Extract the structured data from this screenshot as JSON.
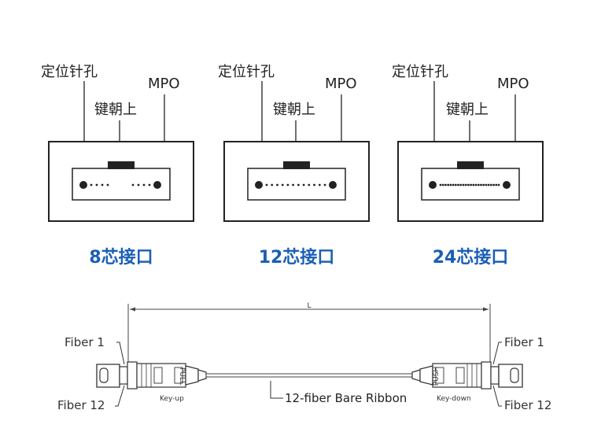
{
  "connectors": [
    {
      "pin_label": "定位针孔",
      "key_label": "键朝上",
      "mpo_label": "MPO",
      "title": "8芯接口",
      "fiber_count": 8
    },
    {
      "pin_label": "定位针孔",
      "key_label": "键朝上",
      "mpo_label": "MPO",
      "title": "12芯接口",
      "fiber_count": 12
    },
    {
      "pin_label": "定位针孔",
      "key_label": "键朝上",
      "mpo_label": "MPO",
      "title": "24芯接口",
      "fiber_count": 24
    }
  ],
  "cable": {
    "length_label": "L",
    "fiber_1_left": "Fiber 1",
    "fiber_12_left": "Fiber 12",
    "fiber_1_right": "Fiber 1",
    "fiber_12_right": "Fiber 12",
    "key_up_label": "Key-up",
    "key_down_label": "Key-down",
    "ribbon_label": "12-fiber Bare Ribbon",
    "pull_label": "PULL",
    "push_label": "PUSH"
  },
  "colors": {
    "title": "#1b5fb5",
    "line": "#222222"
  }
}
